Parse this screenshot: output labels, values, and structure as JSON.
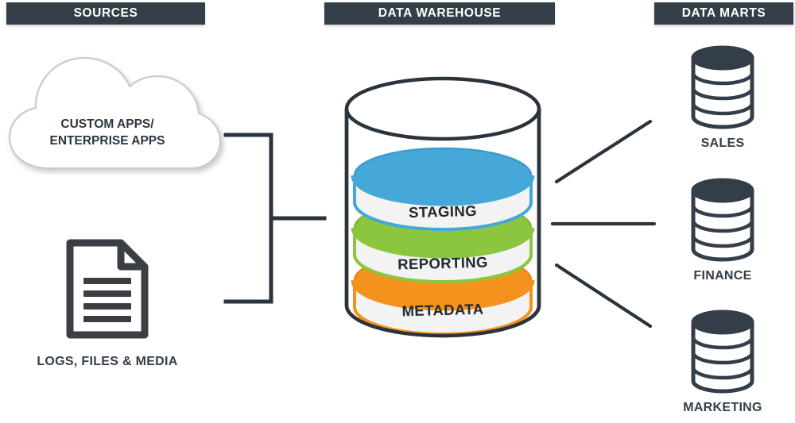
{
  "headers": {
    "sources": "SOURCES",
    "warehouse": "DATA WAREHOUSE",
    "marts": "DATA MARTS"
  },
  "sources": {
    "cloud": {
      "line1": "CUSTOM APPS/",
      "line2": "ENTERPRISE APPS",
      "icon": "cloud-icon"
    },
    "document": {
      "label": "LOGS, FILES & MEDIA",
      "icon": "document-icon"
    }
  },
  "warehouse": {
    "icon": "cylinder-icon",
    "layers": [
      {
        "name": "STAGING",
        "color": "#45A8D8"
      },
      {
        "name": "REPORTING",
        "color": "#8CC63E"
      },
      {
        "name": "METADATA",
        "color": "#F4921E"
      }
    ]
  },
  "marts": [
    {
      "label": "SALES",
      "icon": "database-icon"
    },
    {
      "label": "FINANCE",
      "icon": "database-icon"
    },
    {
      "label": "MARKETING",
      "icon": "database-icon"
    }
  ],
  "connectors": {
    "left_bracket": "bracket-connector",
    "right_lines": [
      "line-to-sales",
      "line-to-finance",
      "line-to-marketing"
    ]
  },
  "colors": {
    "dark": "#333e48",
    "outline": "#2b333c",
    "band": "#f2f3f2",
    "staging": "#45A8D8",
    "reporting": "#8CC63E",
    "metadata": "#F4921E"
  }
}
